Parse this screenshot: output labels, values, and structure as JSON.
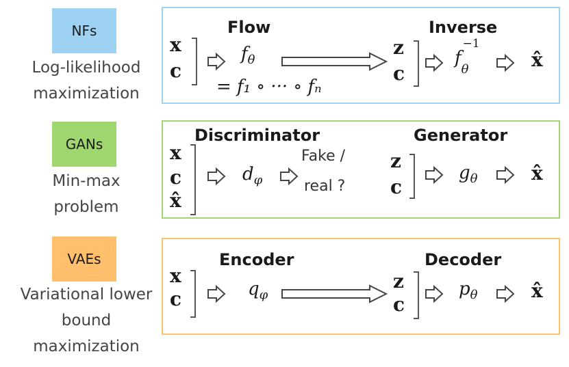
{
  "colors": {
    "nfs": "#9ed2f2",
    "gans": "#9fd66f",
    "vaes": "#ffbf6d",
    "nfs_border": "#9ed2f2",
    "gans_border": "#9fd66f",
    "vaes_border": "#ffbf6d"
  },
  "rows": {
    "nfs": {
      "chip": "NFs",
      "desc": [
        "Log-likelihood",
        "maximization"
      ],
      "left_head": "Flow",
      "right_head": "Inverse",
      "in1": "x",
      "in2": "c",
      "fn": "f",
      "fn_sub": "θ",
      "composition": "= f₁ ∘ ··· ∘ fₙ",
      "mid1": "z",
      "mid2": "c",
      "inv": "f",
      "inv_sub": "θ",
      "inv_sup": "−1",
      "out": "x̂"
    },
    "gans": {
      "chip": "GANs",
      "desc": [
        "Min-max",
        "problem"
      ],
      "left_head": "Discriminator",
      "right_head": "Generator",
      "in1": "x",
      "in2": "c",
      "in3": "x̂",
      "fn": "d",
      "fn_sub": "φ",
      "decision1": "Fake /",
      "decision2": "real ?",
      "mid1": "z",
      "mid2": "c",
      "gen": "g",
      "gen_sub": "θ",
      "out": "x̂"
    },
    "vaes": {
      "chip": "VAEs",
      "desc": [
        "Variational lower",
        "bound",
        "maximization"
      ],
      "left_head": "Encoder",
      "right_head": "Decoder",
      "in1": "x",
      "in2": "c",
      "fn": "q",
      "fn_sub": "φ",
      "mid1": "z",
      "mid2": "c",
      "dec": "p",
      "dec_sub": "θ",
      "out": "x̂"
    }
  }
}
